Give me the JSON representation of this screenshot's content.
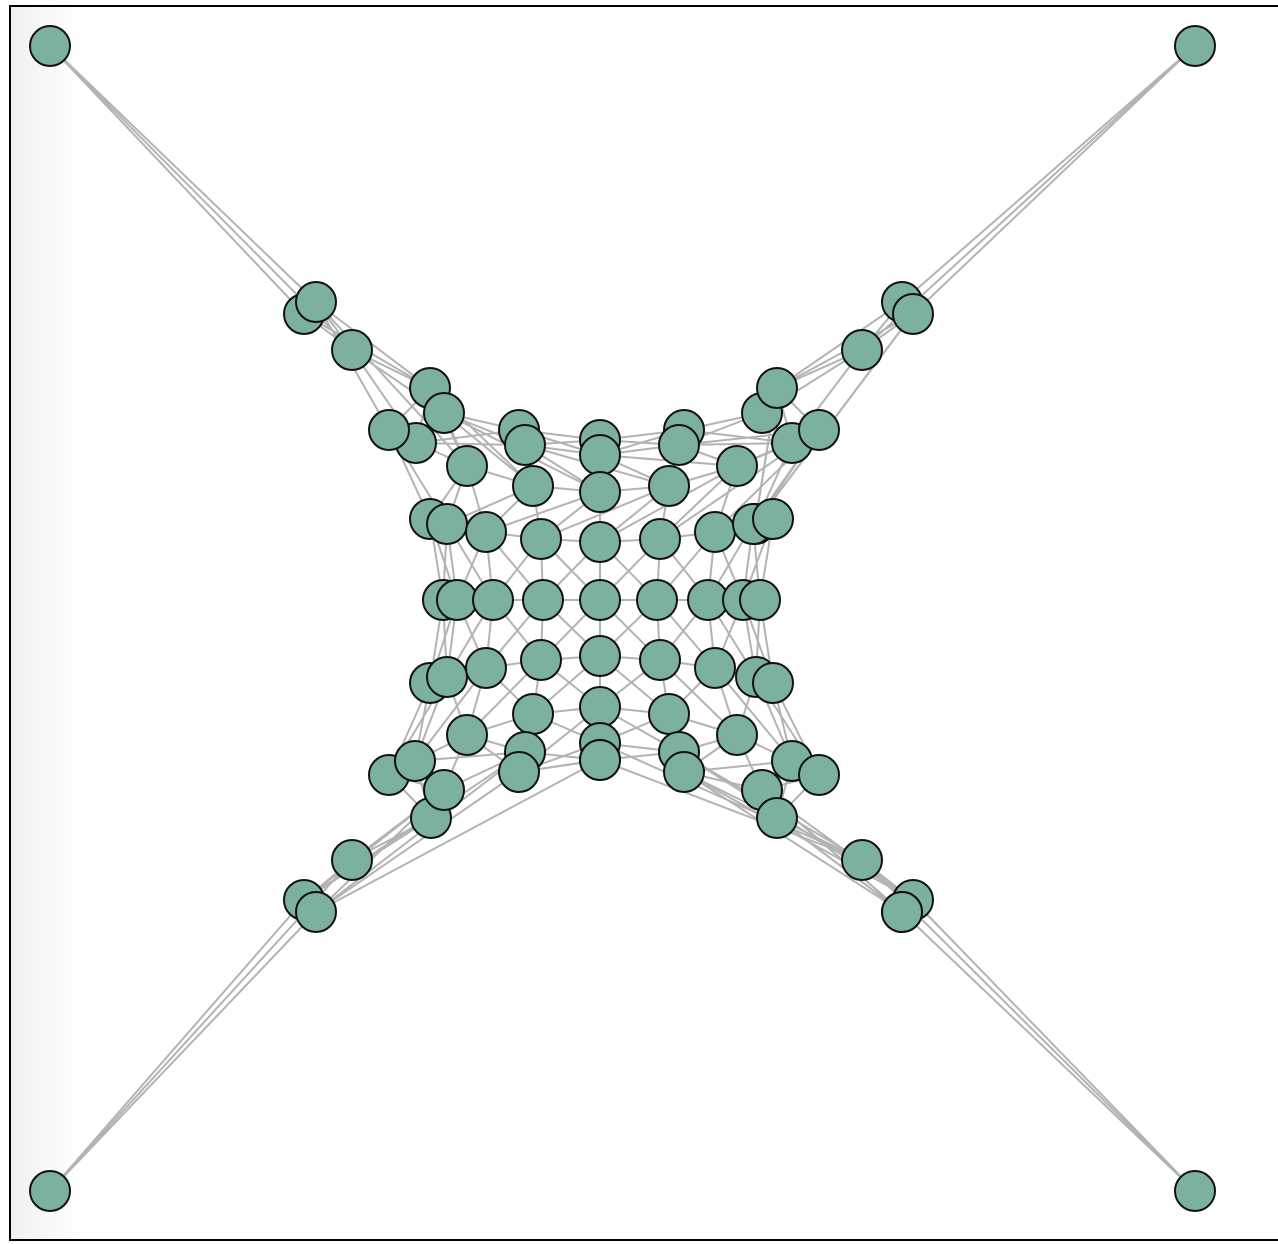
{
  "diagram": {
    "type": "network-graph",
    "grid": {
      "rows": 9,
      "cols": 9
    },
    "corner_hubs": 4,
    "colors": {
      "node_fill": "#7cb1a2",
      "node_stroke": "#111111",
      "edge": "#b3b3b3",
      "frame": "#000000",
      "background": "#ffffff"
    }
  }
}
